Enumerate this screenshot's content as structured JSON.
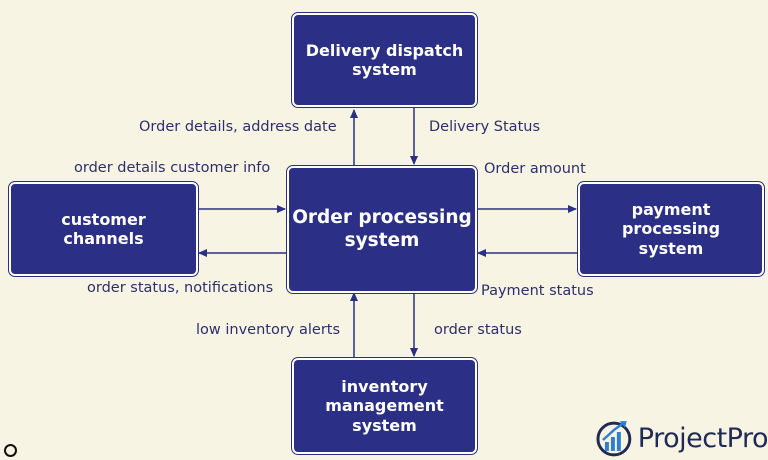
{
  "boxes": {
    "delivery": [
      "Delivery dispatch",
      "system"
    ],
    "order": [
      "Order processing",
      "system"
    ],
    "customer": [
      "customer",
      "channels"
    ],
    "payment": [
      "payment processing",
      "system"
    ],
    "inventory": [
      "inventory",
      "management",
      "system"
    ]
  },
  "labels": {
    "order_details_address": "Order details, address date",
    "delivery_status": "Delivery Status",
    "order_details_customer": "order details customer info",
    "order_amount": "Order amount",
    "order_status_notifications": "order status, notifications",
    "payment_status": "Payment status",
    "low_inventory_alerts": "low inventory alerts",
    "order_status": "order status"
  },
  "logo": {
    "text": "ProjectPro"
  },
  "colors": {
    "box": "#2b2f86",
    "background": "#f7f4e3",
    "arrow": "#2b2f86",
    "label": "#2d2f6e"
  }
}
